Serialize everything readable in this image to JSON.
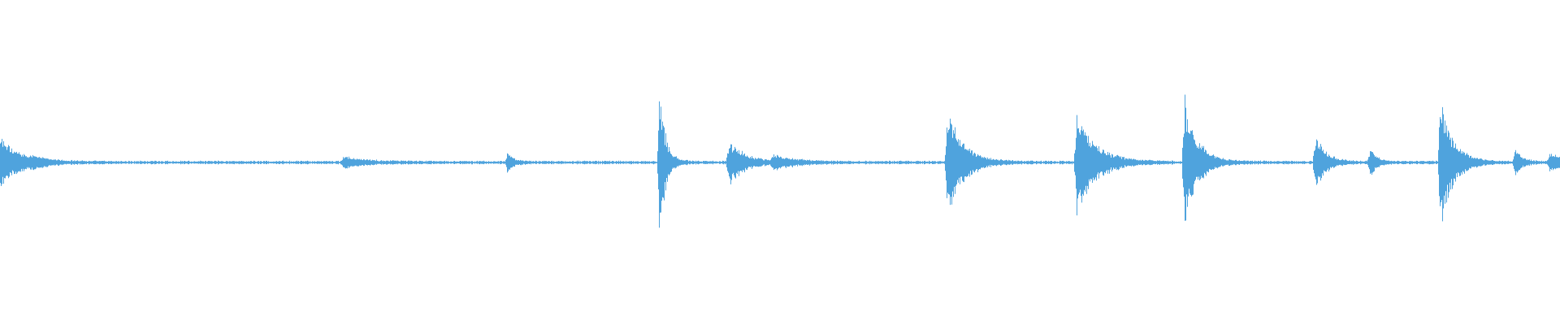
{
  "waveform": {
    "color": "#4fa3dd",
    "background": "#ffffff",
    "duration_fraction_events": [
      {
        "t": 0.0,
        "amp": 0.17,
        "spread": 0.012
      },
      {
        "t": 0.02,
        "amp": 0.02,
        "spread": 0.01
      },
      {
        "t": 0.22,
        "amp": 0.04,
        "spread": 0.012
      },
      {
        "t": 0.325,
        "amp": 0.06,
        "spread": 0.004
      },
      {
        "t": 0.4225,
        "amp": 0.5,
        "spread": 0.004
      },
      {
        "t": 0.467,
        "amp": 0.15,
        "spread": 0.01
      },
      {
        "t": 0.495,
        "amp": 0.04,
        "spread": 0.015
      },
      {
        "t": 0.607,
        "amp": 0.36,
        "spread": 0.01
      },
      {
        "t": 0.69,
        "amp": 0.35,
        "spread": 0.012
      },
      {
        "t": 0.759,
        "amp": 0.45,
        "spread": 0.008
      },
      {
        "t": 0.843,
        "amp": 0.21,
        "spread": 0.006
      },
      {
        "t": 0.878,
        "amp": 0.1,
        "spread": 0.004
      },
      {
        "t": 0.923,
        "amp": 0.46,
        "spread": 0.008
      },
      {
        "t": 0.971,
        "amp": 0.1,
        "spread": 0.004
      },
      {
        "t": 0.993,
        "amp": 0.06,
        "spread": 0.01
      }
    ],
    "baseline_noise": 0.008
  }
}
